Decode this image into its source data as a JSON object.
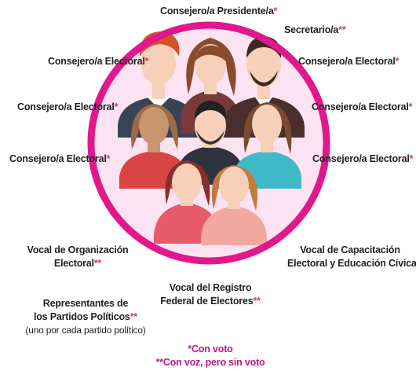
{
  "roles": {
    "presidente": {
      "text": "Consejero/a Presidente/a",
      "mark": "*"
    },
    "secretario": {
      "text": "Secretario/a",
      "mark": "**"
    },
    "consejero_l1": {
      "text": "Consejero/a Electoral",
      "mark": "*"
    },
    "consejero_r1": {
      "text": "Consejero/a Electoral",
      "mark": "*"
    },
    "consejero_l2": {
      "text": "Consejero/a Electoral",
      "mark": "*"
    },
    "consejero_r2": {
      "text": "Consejero/a Electoral",
      "mark": "*"
    },
    "consejero_l3": {
      "text": "Consejero/a Electoral",
      "mark": "*"
    },
    "consejero_r3": {
      "text": "Consejero/a Electoral",
      "mark": "*"
    },
    "vocal_organizacion": {
      "line1": "Vocal de Organización",
      "line2": "Electoral",
      "mark": "**"
    },
    "vocal_capacitacion": {
      "line1": "Vocal de Capacitación",
      "line2": "Electoral y Educación Cívica",
      "mark": "**"
    },
    "vocal_registro": {
      "line1": "Vocal del Registro",
      "line2": "Federal de Electores",
      "mark": "**"
    },
    "representantes": {
      "line1": "Representantes de",
      "line2": "los Partidos Políticos",
      "mark": "**",
      "note": "(uno por cada partido político)"
    }
  },
  "legend": {
    "con_voto": "*Con voto",
    "con_voz": "**Con voz, pero sin voto"
  },
  "colors": {
    "ring": "#e0188c",
    "ring_fill": "#fbe3f1",
    "accent_text": "#d63384",
    "skin": "#f6d0b8"
  }
}
